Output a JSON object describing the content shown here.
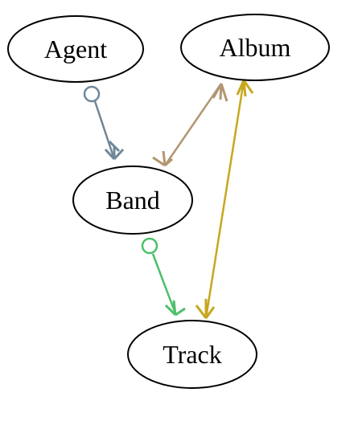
{
  "nodes": {
    "agent": {
      "label": "Agent"
    },
    "album": {
      "label": "Album"
    },
    "band": {
      "label": "Band"
    },
    "track": {
      "label": "Track"
    }
  },
  "edges": [
    {
      "id": "agent-band",
      "from": "agent",
      "to": "band",
      "color": "#6f8799",
      "tail": "circle",
      "head": "crow"
    },
    {
      "id": "album-band",
      "from": "album",
      "to": "band",
      "color": "#b39672",
      "tail": "crow",
      "head": "crow"
    },
    {
      "id": "band-track",
      "from": "band",
      "to": "track",
      "color": "#4cc06a",
      "tail": "circle",
      "head": "crow"
    },
    {
      "id": "album-track",
      "from": "album",
      "to": "track",
      "color": "#c7a71f",
      "tail": "crow",
      "head": "crow"
    }
  ]
}
